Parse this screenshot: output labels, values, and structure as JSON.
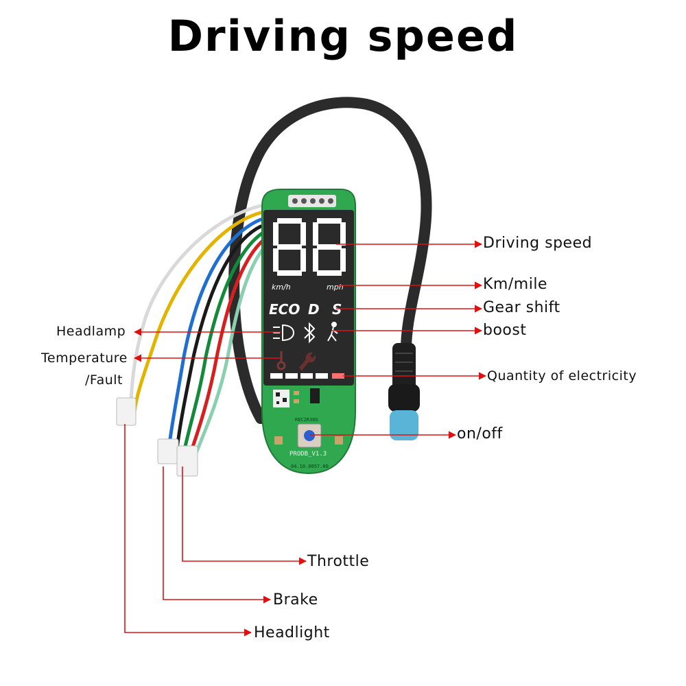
{
  "title": "Driving speed",
  "board": {
    "unit_kmh": "km/h",
    "unit_mph": "mph",
    "mode_eco": "ECO",
    "mode_d": "D",
    "mode_s": "S",
    "pcb_model": "PRODB_V1.3",
    "pcb_code": "04.10.0057.00",
    "pcb_ref": "REC2R30G"
  },
  "labels": {
    "driving_speed": "Driving speed",
    "km_mile": "Km/mile",
    "gear_shift": "Gear shift",
    "boost": "boost",
    "headlamp": "Headlamp",
    "temperature": "Temperature",
    "fault": "/Fault",
    "quantity": "Quantity of electricity",
    "onoff": "on/off",
    "throttle": "Throttle",
    "brake": "Brake",
    "headlight": "Headlight"
  },
  "colors": {
    "arrow": "#e01010",
    "pcb": "#2fa84f",
    "display": "#2a2a2a",
    "cable": "#2b2b2b",
    "connector": "#5ab4d8"
  }
}
